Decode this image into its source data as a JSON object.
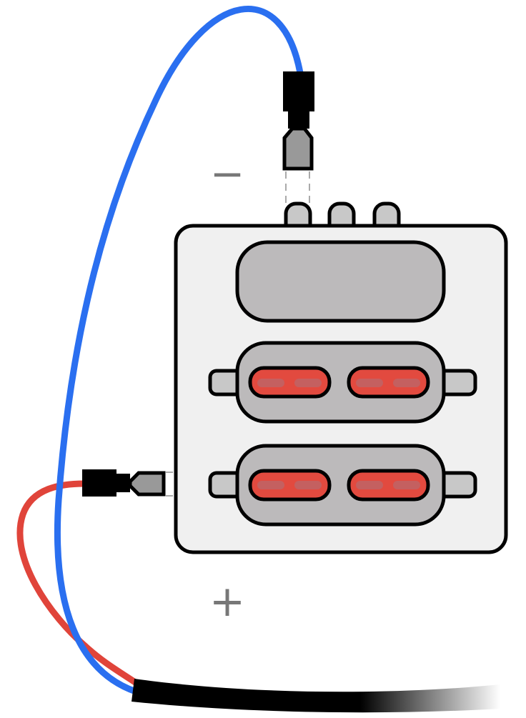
{
  "diagram": {
    "labels": {
      "negative": "−",
      "positive": "+"
    },
    "colors": {
      "negative_wire": "#2a6ff0",
      "positive_wire": "#e0443a",
      "cable_sheath": "#000000",
      "fuse_body": "#e24a3f",
      "fuse_window": "#c46060",
      "housing_panel": "#f0f0f0",
      "connector_body": "#bcbabb",
      "terminal_metal": "#999999",
      "pin_grey": "#c8c8c8",
      "outline": "#000000",
      "label_grey": "#777777"
    },
    "icons": {
      "negative_terminal": "spade-connector-icon",
      "positive_terminal": "spade-connector-icon",
      "fuse": "blade-fuse-icon"
    },
    "fuse_rows": 2,
    "fuses_per_row": 2,
    "header_pins": 3
  }
}
